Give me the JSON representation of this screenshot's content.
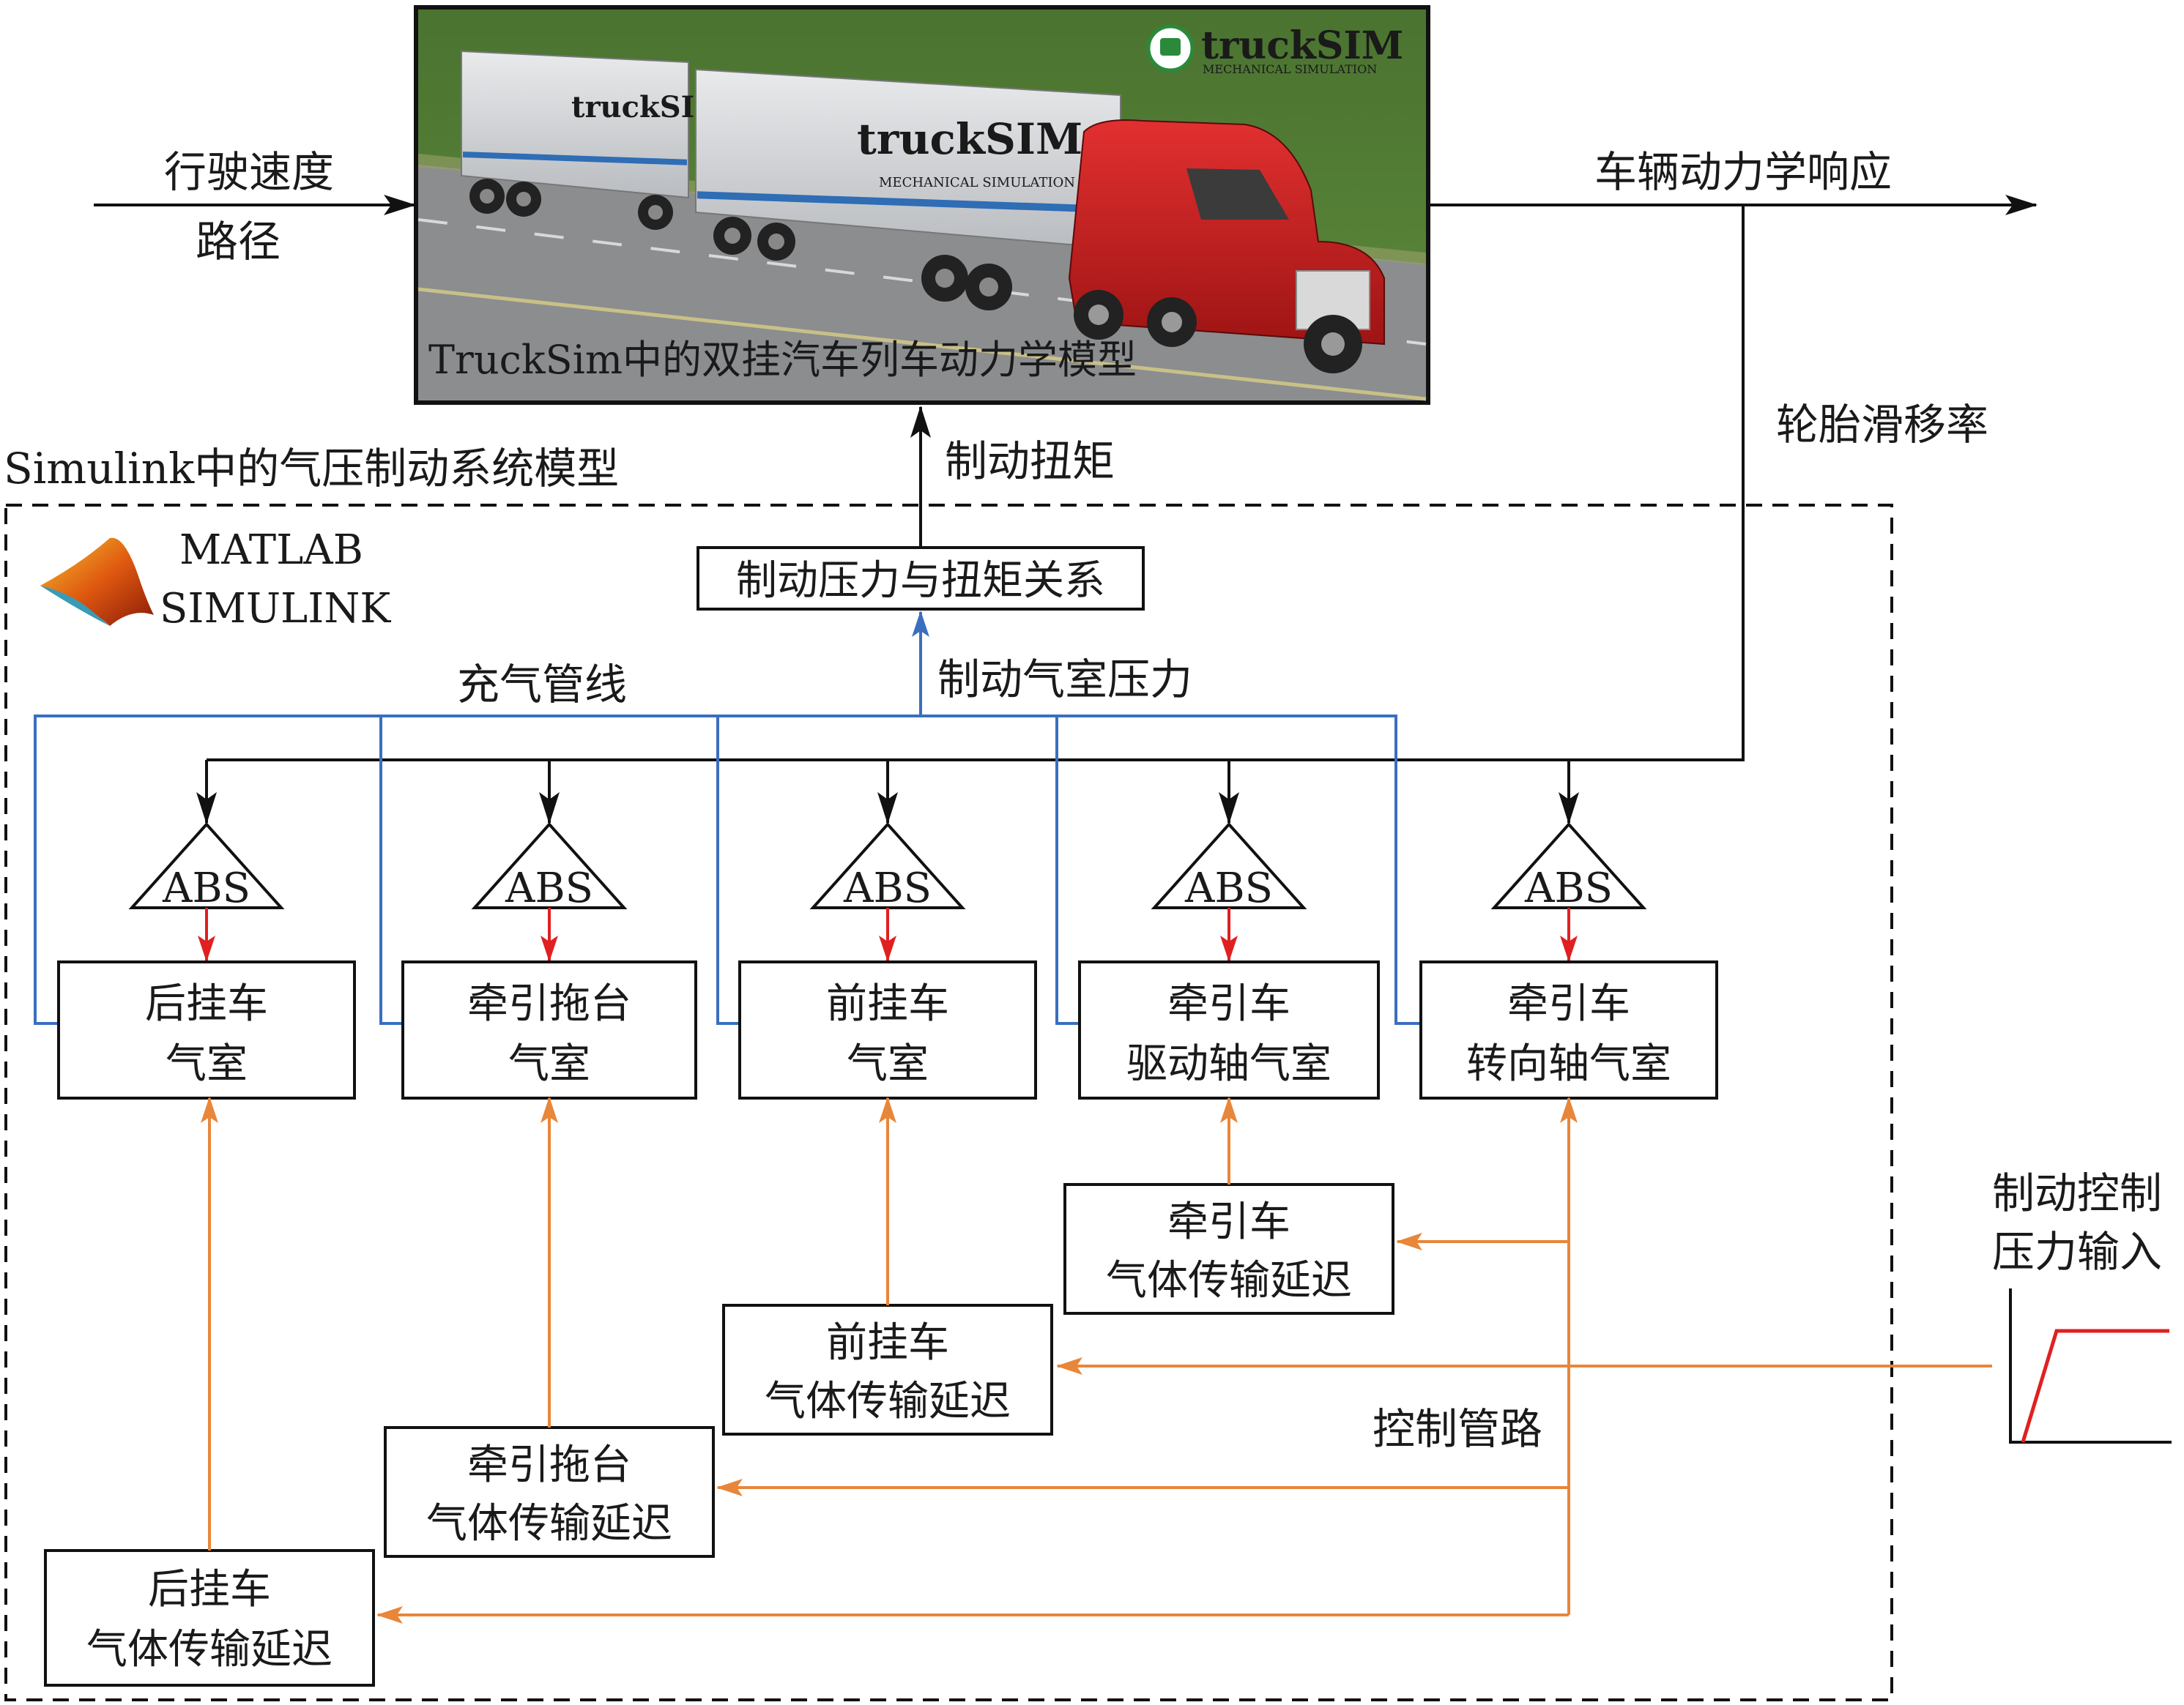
{
  "truck_panel": {
    "caption": "TruckSim中的双挂汽车列车动力学模型",
    "logo_word": "truckSIM",
    "logo_sub": "MECHANICAL SIMULATION",
    "trailer_text": "truckSIM",
    "trailer_subtext": "MECHANICAL SIMULATION"
  },
  "inputs": {
    "speed": "行驶速度",
    "path": "路径"
  },
  "outputs": {
    "vehicle_response": "车辆动力学响应",
    "tire_slip": "轮胎滑移率"
  },
  "simulink_region": {
    "title": "Simulink中的气压制动系统模型",
    "matlab": "MATLAB",
    "simulink": "SIMULINK"
  },
  "signals": {
    "brake_torque": "制动扭矩",
    "chamber_pressure": "制动气室压力",
    "supply_line": "充气管线",
    "control_line": "控制管路",
    "control_input_line1": "制动控制",
    "control_input_line2": "压力输入"
  },
  "torque_box": "制动压力与扭矩关系",
  "abs_label": "ABS",
  "chambers": [
    {
      "line1": "后挂车",
      "line2": "气室"
    },
    {
      "line1": "牵引拖台",
      "line2": "气室"
    },
    {
      "line1": "前挂车",
      "line2": "气室"
    },
    {
      "line1": "牵引车",
      "line2": "驱动轴气室"
    },
    {
      "line1": "牵引车",
      "line2": "转向轴气室"
    }
  ],
  "delays": [
    {
      "line1": "牵引车",
      "line2": "气体传输延迟"
    },
    {
      "line1": "前挂车",
      "line2": "气体传输延迟"
    },
    {
      "line1": "牵引拖台",
      "line2": "气体传输延迟"
    },
    {
      "line1": "后挂车",
      "line2": "气体传输延迟"
    }
  ],
  "colors": {
    "supply_line": "#3a6fc0",
    "abs_signal": "#e02020",
    "control_line": "#e8863a",
    "truck_cab": "#c81e1e",
    "grass": "#4f7a32"
  }
}
